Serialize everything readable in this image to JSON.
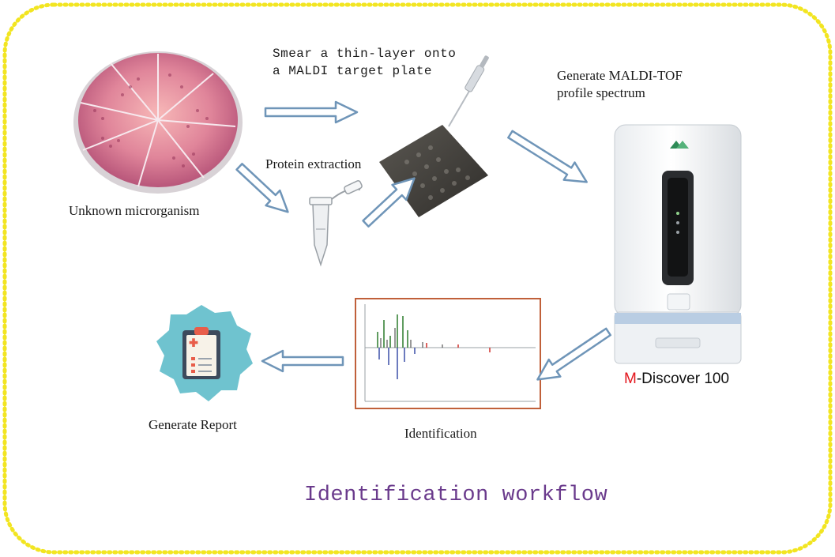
{
  "colors": {
    "border": "#f2e521",
    "arrow_stroke": "#6f95b8",
    "arrow_fill": "#ffffff",
    "title": "#6a3a8c",
    "device_prefix": "#e3151c",
    "report_badge": "#6fc3cf",
    "spectrum_frame": "#c0603a"
  },
  "labels": {
    "smear_line1": "Smear a thin-layer onto",
    "smear_line2": "a MALDI target plate",
    "generate_line1": "Generate MALDI-TOF",
    "generate_line2": "profile spectrum",
    "protein_extraction": "Protein extraction",
    "unknown_microorganism": "Unknown microrganism",
    "generate_report": "Generate Report",
    "identification": "Identification",
    "device_prefix": "M",
    "device_rest": "-Discover 100"
  },
  "title": "Identification workflow",
  "icons": {
    "petri": "petri-dish-icon",
    "pipette": "pipette-icon",
    "tube": "microcentrifuge-tube-icon",
    "plate": "maldi-target-plate-icon",
    "instrument": "mass-spectrometer-icon",
    "spectrum": "mass-spectrum-chart-icon",
    "report": "clipboard-report-icon"
  }
}
